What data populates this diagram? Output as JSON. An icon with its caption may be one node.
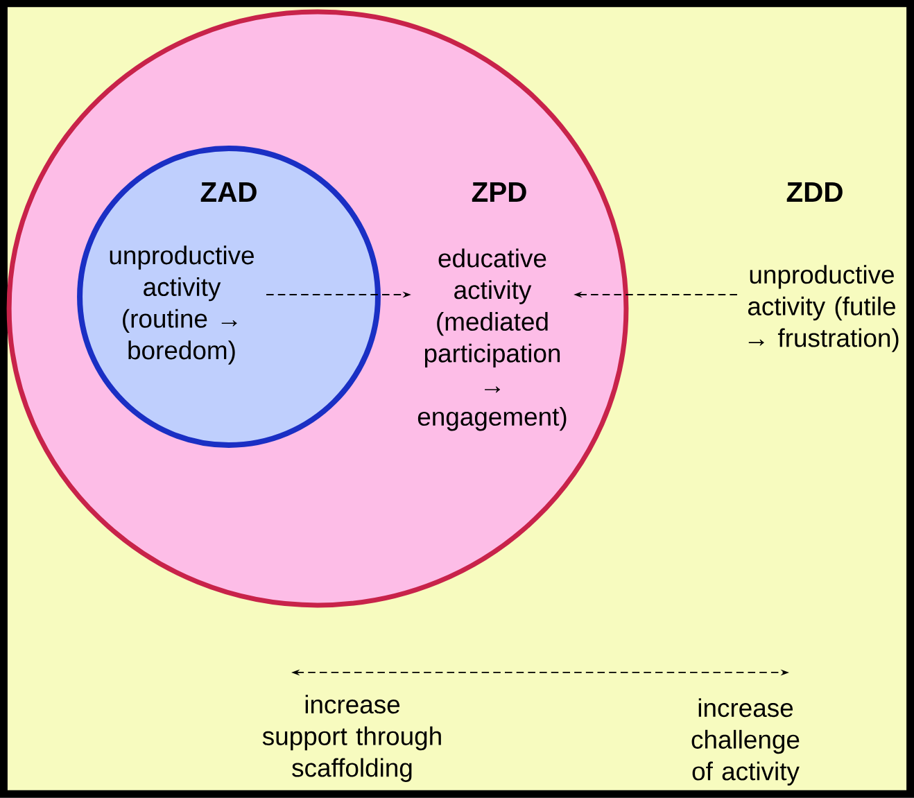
{
  "diagram": {
    "nodes": [
      {
        "text": [
          "ZDD"
        ]
      },
      {
        "text": [
          "ZPD"
        ],
        "in": 0
      },
      {
        "text": [
          "ZAD"
        ],
        "in": 1
      },
      {
        "text": [
          "unproductive activity (routine → boredom)"
        ],
        "in": 2
      },
      {
        "text": [
          "educative activity (mediated participation → engagement)"
        ],
        "in": 1
      },
      {
        "text": [
          "unproductive activity (futile → frustration)"
        ],
        "in": 0
      }
    ],
    "edges": [
      {
        "from": 3,
        "to": 4,
        "arrow": "to",
        "style": "dashed"
      },
      {
        "from": 5,
        "to": 4,
        "arrow": "to",
        "style": "dashed"
      }
    ],
    "labels": [
      "increase support through scaffolding",
      "increase challenge of activity"
    ]
  }
}
